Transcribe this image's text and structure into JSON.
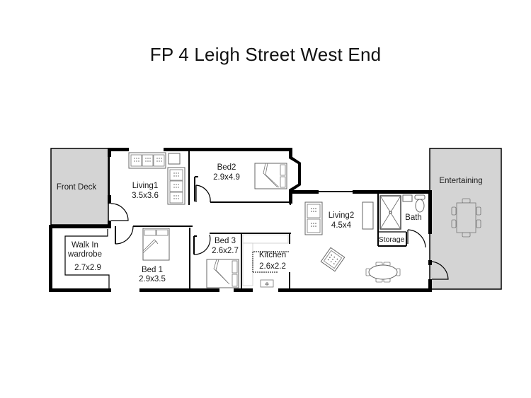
{
  "title": "FP 4 Leigh Street West End",
  "colors": {
    "wall": "#000000",
    "deck_fill": "#d4d4d4",
    "background": "#ffffff",
    "furniture_stroke": "#666666"
  },
  "rooms": [
    {
      "id": "front-deck",
      "name": "Front Deck",
      "size": ""
    },
    {
      "id": "living1",
      "name": "Living1",
      "size": "3.5x3.6"
    },
    {
      "id": "bed2",
      "name": "Bed2",
      "size": "2.9x4.9"
    },
    {
      "id": "walk-in-wardrobe",
      "name": "Walk In wardrobe",
      "name_line1": "Walk In",
      "name_line2": "wardrobe",
      "size": "2.7x2.9"
    },
    {
      "id": "bed1",
      "name": "Bed 1",
      "size": "2.9x3.5"
    },
    {
      "id": "bed3",
      "name": "Bed 3",
      "size": "2.6x2.7"
    },
    {
      "id": "kitchen",
      "name": "Kitchen",
      "size": "2.6x2.2"
    },
    {
      "id": "living2",
      "name": "Living2",
      "size": "4.5x4"
    },
    {
      "id": "bath",
      "name": "Bath",
      "size": ""
    },
    {
      "id": "storage",
      "name": "Storage",
      "size": ""
    },
    {
      "id": "entertaining",
      "name": "Entertaining",
      "size": ""
    }
  ]
}
